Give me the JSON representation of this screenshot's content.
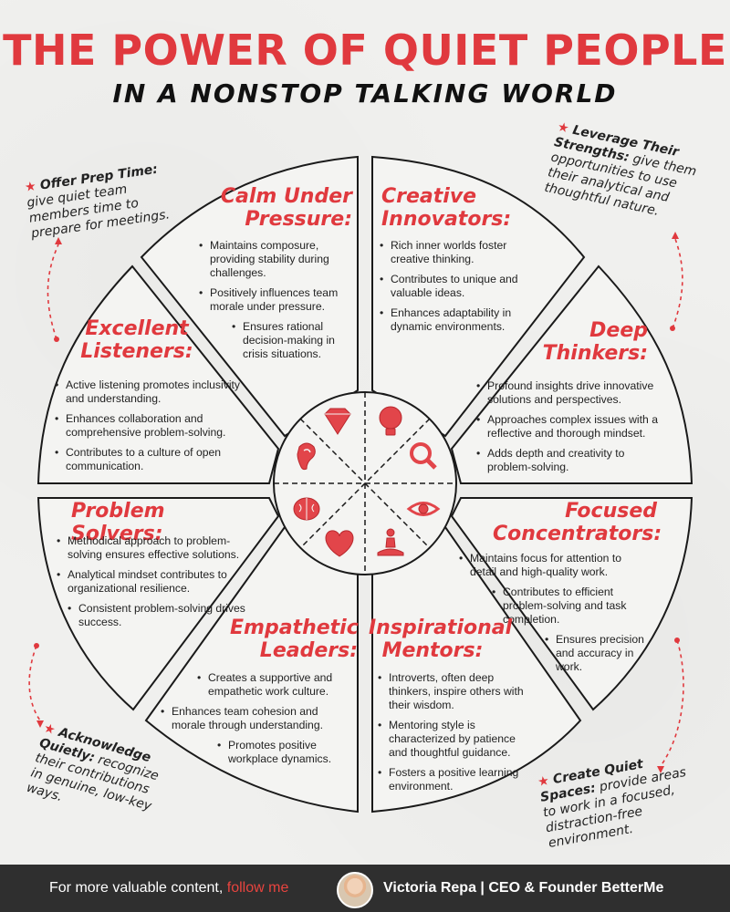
{
  "title": "THE POWER OF QUIET PEOPLE",
  "subtitle": "IN A NONSTOP TALKING WORLD",
  "colors": {
    "accent": "#e0393e",
    "text": "#222222",
    "footer_bg": "#2f2f2f"
  },
  "segments": [
    {
      "heading": "Calm Under Pressure:",
      "points": [
        "Maintains composure, providing stability during challenges.",
        "Positively influences team morale under pressure.",
        "Ensures rational decision-making in crisis situations."
      ]
    },
    {
      "heading": "Creative Innovators:",
      "points": [
        "Rich inner worlds foster creative thinking.",
        "Contributes to unique and valuable ideas.",
        "Enhances adaptability in dynamic environments."
      ]
    },
    {
      "heading": "Deep Thinkers:",
      "points": [
        "Profound insights drive innovative solutions and perspectives.",
        "Approaches complex issues with a reflective and thorough mindset.",
        "Adds depth and creativity to problem-solving."
      ]
    },
    {
      "heading": "Focused Concentrators:",
      "points": [
        "Maintains focus for attention to detail and high-quality work.",
        "Contributes to efficient problem-solving and task completion.",
        "Ensures precision and accuracy in work."
      ]
    },
    {
      "heading": "Inspirational Mentors:",
      "points": [
        "Introverts, often deep thinkers, inspire others with their wisdom.",
        "Mentoring style is characterized by patience and thoughtful guidance.",
        "Fosters a positive learning environment."
      ]
    },
    {
      "heading": "Empathetic Leaders:",
      "points": [
        "Creates a supportive and empathetic work culture.",
        "Enhances team cohesion and morale through understanding.",
        "Promotes positive workplace dynamics."
      ]
    },
    {
      "heading": "Problem Solvers:",
      "points": [
        "Methodical approach to problem-solving ensures effective solutions.",
        "Analytical mindset contributes to organizational resilience.",
        "Consistent problem-solving drives success."
      ]
    },
    {
      "heading": "Excellent Listeners:",
      "points": [
        "Active listening promotes inclusivity and understanding.",
        "Enhances collaboration and comprehensive problem-solving.",
        "Contributes to a culture of open communication."
      ]
    }
  ],
  "center_icons": [
    "diamond-icon",
    "lightbulb-icon",
    "magnifier-icon",
    "eye-icon",
    "meditation-icon",
    "heart-icon",
    "brain-icon",
    "ear-icon"
  ],
  "notes": {
    "top_left": {
      "lead": "Offer Prep Time:",
      "text": "give quiet team members time to prepare for meetings."
    },
    "top_right": {
      "lead": "Leverage Their Strengths:",
      "text": "give them opportunities to use their analytical and thoughtful nature."
    },
    "bottom_left": {
      "lead": "Acknowledge Quietly:",
      "text": "recognize their contributions in genuine, low-key ways."
    },
    "bottom_right": {
      "lead": "Create Quiet Spaces:",
      "text": "provide areas to work in a focused, distraction-free environment."
    }
  },
  "footer": {
    "prefix": "For more valuable content,",
    "highlight": "follow me",
    "author": "Victoria Repa | CEO & Founder BetterMe"
  }
}
